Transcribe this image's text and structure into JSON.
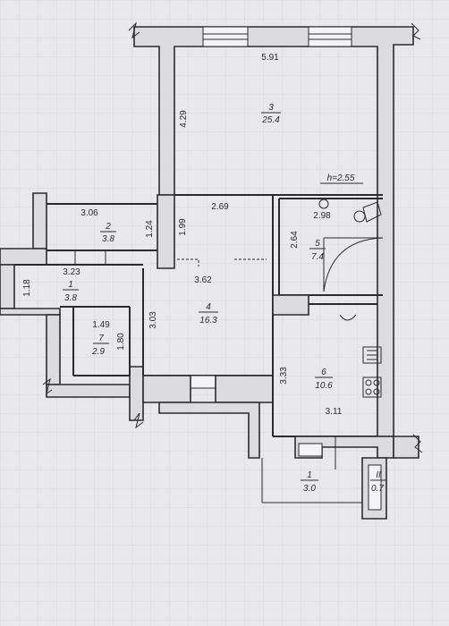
{
  "rooms": [
    {
      "id": "3",
      "number": "3",
      "area": "25.4"
    },
    {
      "id": "2",
      "number": "2",
      "area": "3.8"
    },
    {
      "id": "1a",
      "number": "1",
      "area": "3.8"
    },
    {
      "id": "7",
      "number": "7",
      "area": "2.9"
    },
    {
      "id": "4",
      "number": "4",
      "area": "16.3"
    },
    {
      "id": "5",
      "number": "5",
      "area": "7.4"
    },
    {
      "id": "6",
      "number": "6",
      "area": "10.6"
    },
    {
      "id": "1b",
      "number": "1",
      "area": "3.0"
    },
    {
      "id": "11",
      "number": "II",
      "area": "0.7"
    }
  ],
  "dimensions": {
    "d591": "5.91",
    "d429": "4.29",
    "d255": "h=2.55",
    "d306": "3.06",
    "d124": "1.24",
    "d199": "1.99",
    "d269": "2.69",
    "d298": "2.98",
    "d264": "2.64",
    "d323": "3.23",
    "d118": "1.18",
    "d362": "3.62",
    "d149": "1.49",
    "d180": "1.80",
    "d303": "3.03",
    "d333": "3.33",
    "d311": "3.11"
  }
}
